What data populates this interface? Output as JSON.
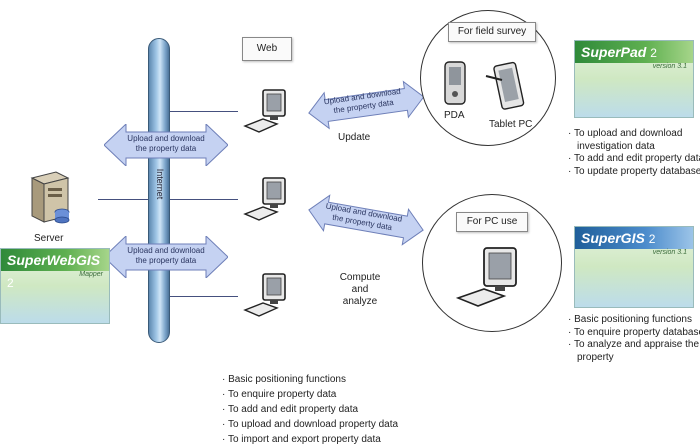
{
  "labels": {
    "web": "Web",
    "internet": "Internet",
    "server": "Server",
    "update": "Update",
    "compute_lines": [
      "Compute",
      "and",
      "analyze"
    ],
    "pda": "PDA",
    "tablet_pc": "Tablet PC",
    "field_survey": "For field survey",
    "pc_use": "For PC use"
  },
  "arrows": {
    "left_top_lines": [
      "Upload and download",
      "the property data"
    ],
    "left_bottom_lines": [
      "Upload and download",
      "the property data"
    ],
    "right_top_lines": [
      "Upload and download",
      "the property data"
    ],
    "right_bottom_lines": [
      "Upload and download",
      "the property data"
    ]
  },
  "logos": {
    "superpad": {
      "name": "SuperPad",
      "version": "2",
      "edition": "version 3.1"
    },
    "supergis": {
      "name": "SuperGIS",
      "version": "2",
      "edition": "version 3.1"
    },
    "superwebgis": {
      "name": "SuperWebGIS",
      "version": "2",
      "edition": "Mapper"
    }
  },
  "lists": {
    "superpad": [
      "To upload and download",
      "investigation data",
      "To add and edit property data",
      "To update property database"
    ],
    "supergis": [
      "Basic positioning functions",
      "To enquire property database",
      "To analyze and appraise the",
      "property"
    ],
    "bottom": [
      "Basic positioning functions",
      "To enquire property data",
      "To add and edit property data",
      "To upload and download property data",
      "To import and export property data"
    ]
  },
  "bullet_char": "·",
  "colors": {
    "pipe": "#9cc3e4",
    "arrow_fill": "#c5d2f2",
    "arrow_stroke": "#6e7fb8",
    "line": "#45507e",
    "green_brand": "#2f8a3a",
    "blue_brand": "#1f5f9a"
  }
}
